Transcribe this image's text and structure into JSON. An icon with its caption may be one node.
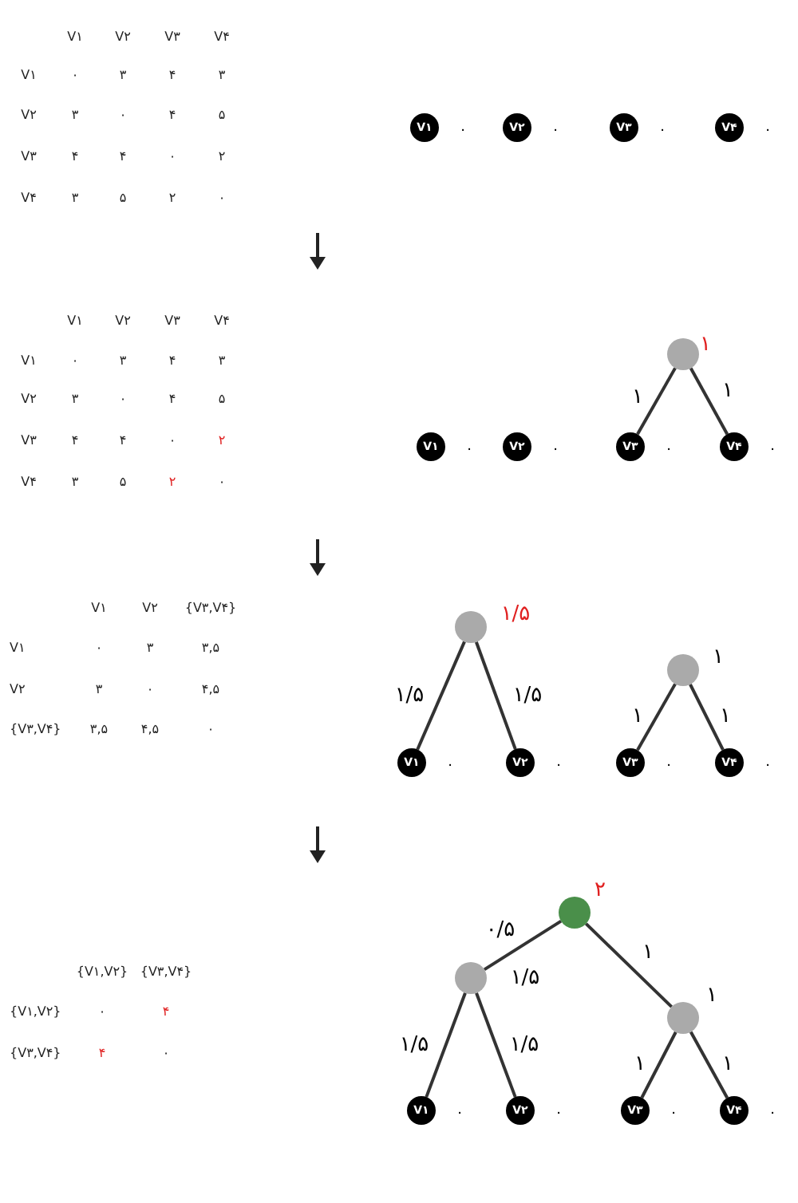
{
  "diagram": {
    "nodes": [
      {
        "text": [
          "V۱"
        ],
        "beside": [
          "۰"
        ]
      },
      {
        "text": [
          "V۲"
        ],
        "beside": [
          "۰"
        ]
      },
      {
        "text": [
          "V۳"
        ],
        "beside": [
          "۰"
        ]
      },
      {
        "text": [
          "V۴"
        ],
        "beside": [
          "۰"
        ]
      },
      {
        "text": [],
        "shape": "circle",
        "beside": [
          "۱"
        ]
      },
      {
        "text": [
          "V۱"
        ],
        "beside": [
          "۰"
        ]
      },
      {
        "text": [
          "V۲"
        ],
        "beside": [
          "۰"
        ]
      },
      {
        "text": [
          "V۳"
        ],
        "beside": [
          "۰"
        ]
      },
      {
        "text": [
          "V۴"
        ],
        "beside": [
          "۰"
        ]
      },
      {
        "text": [],
        "shape": "circle",
        "beside": [
          "۱/۵"
        ]
      },
      {
        "text": [],
        "shape": "circle",
        "beside": [
          "۱"
        ]
      },
      {
        "text": [
          "V۱"
        ],
        "beside": [
          "۰"
        ]
      },
      {
        "text": [
          "V۲"
        ],
        "beside": [
          "۰"
        ]
      },
      {
        "text": [
          "V۳"
        ],
        "beside": [
          "۰"
        ]
      },
      {
        "text": [
          "V۴"
        ],
        "beside": [
          "۰"
        ]
      },
      {
        "text": [],
        "shape": "circle",
        "beside": [
          "۲"
        ]
      },
      {
        "text": [],
        "shape": "circle",
        "beside": [
          "۱/۵"
        ]
      },
      {
        "text": [],
        "shape": "circle",
        "beside": [
          "۱"
        ]
      },
      {
        "text": [
          "V۱"
        ],
        "beside": [
          "۰"
        ]
      },
      {
        "text": [
          "V۲"
        ],
        "beside": [
          "۰"
        ]
      },
      {
        "text": [
          "V۳"
        ],
        "beside": [
          "۰"
        ]
      },
      {
        "text": [
          "V۴"
        ],
        "beside": [
          "۰"
        ]
      }
    ],
    "edges": [
      {
        "from": 4,
        "to": 7,
        "arrow": "none",
        "label": "۱"
      },
      {
        "from": 4,
        "to": 8,
        "arrow": "none",
        "label": "۱"
      },
      {
        "from": 9,
        "to": 11,
        "arrow": "none",
        "label": "۱/۵"
      },
      {
        "from": 9,
        "to": 12,
        "arrow": "none",
        "label": "۱/۵"
      },
      {
        "from": 10,
        "to": 13,
        "arrow": "none",
        "label": "۱"
      },
      {
        "from": 10,
        "to": 14,
        "arrow": "none",
        "label": "۱"
      },
      {
        "from": 15,
        "to": 16,
        "arrow": "none",
        "label": "۰/۵"
      },
      {
        "from": 15,
        "to": 17,
        "arrow": "none",
        "label": "۱"
      },
      {
        "from": 16,
        "to": 18,
        "arrow": "none",
        "label": "۱/۵"
      },
      {
        "from": 16,
        "to": 19,
        "arrow": "none",
        "label": "۱/۵"
      },
      {
        "from": 17,
        "to": 20,
        "arrow": "none",
        "label": "۱"
      },
      {
        "from": 17,
        "to": 21,
        "arrow": "none",
        "label": "۱"
      }
    ],
    "labels": [
      "V۱",
      "V۲",
      "V۳",
      "V۴",
      "V۱",
      "۰",
      "۳",
      "۴",
      "۳",
      "V۲",
      "۳",
      "۰",
      "۴",
      "۵",
      "V۳",
      "۴",
      "۴",
      "۰",
      "۲",
      "V۴",
      "۳",
      "۵",
      "۲",
      "۰",
      "V۱",
      "V۲",
      "V۳",
      "V۴",
      "V۱",
      "۰",
      "۳",
      "۴",
      "۳",
      "V۲",
      "۳",
      "۰",
      "۴",
      "۵",
      "V۳",
      "۴",
      "۴",
      "۰",
      "۲",
      "V۴",
      "۳",
      "۵",
      "۲",
      "۰",
      "V۱",
      "V۲",
      "{V۳,V۴}",
      "V۱",
      "۰",
      "۳",
      "۳,۵",
      "V۲",
      "۳",
      "۰",
      "۴,۵",
      "{V۳,V۴}",
      "۳,۵",
      "۴,۵",
      "۰",
      "{V۱,V۲}",
      "{V۳,V۴}",
      "{V۱,V۲}",
      "۰",
      "۴",
      "{V۳,V۴}",
      "۴",
      "۰"
    ]
  }
}
